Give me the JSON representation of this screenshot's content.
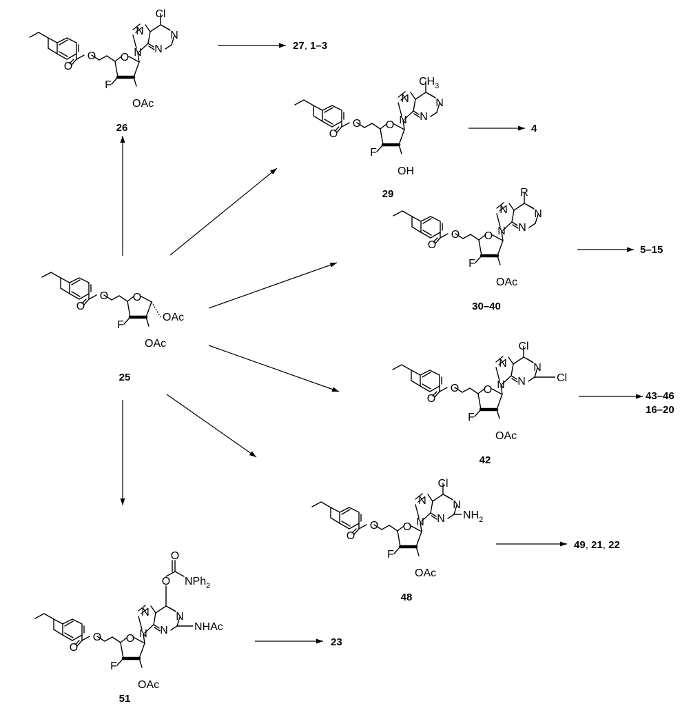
{
  "compounds": {
    "c26": {
      "label": "26",
      "purine_sub": "Cl",
      "o_sugar": "OAc",
      "fluoro": "F",
      "ester_o": "O",
      "carbonyl_o": "O",
      "ring_o": "O",
      "n": "N"
    },
    "c29": {
      "label": "29",
      "purine_sub": "CH",
      "purine_sub_index": "3",
      "o_sugar": "OH",
      "fluoro": "F",
      "ester_o": "O",
      "carbonyl_o": "O",
      "ring_o": "O",
      "n": "N"
    },
    "c30": {
      "label": "30–40",
      "purine_sub": "R",
      "o_sugar": "OAc",
      "fluoro": "F",
      "ester_o": "O",
      "carbonyl_o": "O",
      "ring_o": "O",
      "n": "N"
    },
    "c42": {
      "label": "42",
      "purine_sub": "Cl",
      "c2_sub": "Cl",
      "o_sugar": "OAc",
      "fluoro": "F",
      "ester_o": "O",
      "carbonyl_o": "O",
      "ring_o": "O",
      "n": "N"
    },
    "c48": {
      "label": "48",
      "purine_sub": "Cl",
      "c2_sub": "NH",
      "c2_sub_index": "2",
      "o_sugar": "OAc",
      "fluoro": "F",
      "ester_o": "O",
      "carbonyl_o": "O",
      "ring_o": "O",
      "n": "N"
    },
    "c51": {
      "label": "51",
      "o_sugar": "OAc",
      "fluoro": "F",
      "ester_o": "O",
      "carbonyl_o": "O",
      "ring_o": "O",
      "n": "N",
      "c2_sub": "NHAc",
      "carbamate_o": "O",
      "carbamate_co": "O",
      "carbamate_n": "NPh",
      "carbamate_n_index": "2"
    },
    "c25": {
      "label": "25",
      "anomeric": "OAc",
      "o_sugar": "OAc",
      "fluoro": "F",
      "ester_o": "O",
      "carbonyl_o": "O",
      "ring_o": "O"
    }
  },
  "products": {
    "p26": [
      {
        "text": "27",
        "bold": true
      },
      {
        "text": ", ",
        "bold": false
      },
      {
        "text": "1–3",
        "bold": true
      }
    ],
    "p29": [
      {
        "text": "4",
        "bold": true
      }
    ],
    "p30": [
      {
        "text": "5–15",
        "bold": true
      }
    ],
    "p42a": [
      {
        "text": "43–46",
        "bold": true
      }
    ],
    "p42b": [
      {
        "text": "16–20",
        "bold": true
      }
    ],
    "p48": [
      {
        "text": "49",
        "bold": true
      },
      {
        "text": ", ",
        "bold": false
      },
      {
        "text": "21",
        "bold": true
      },
      {
        "text": ", ",
        "bold": false
      },
      {
        "text": "22",
        "bold": true
      }
    ],
    "p51": [
      {
        "text": "23",
        "bold": true
      }
    ]
  },
  "colors": {
    "ink": "#000000",
    "background": "#ffffff"
  }
}
